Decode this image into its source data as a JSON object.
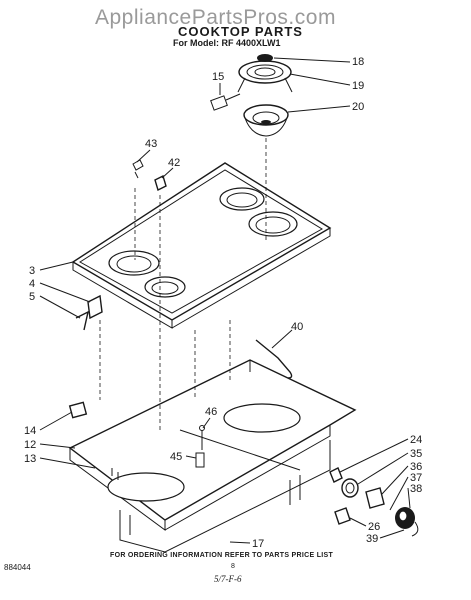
{
  "watermark": "AppliancePartsPros.com",
  "title": "COOKTOP PARTS",
  "subtitle": "For Model: RF 4400XLW1",
  "footer_note": "FOR ORDERING INFORMATION REFER TO PARTS PRICE LIST",
  "diagram_id": "884044",
  "page_number": "8",
  "page_ref": "5/7-F-6",
  "callouts": [
    "18",
    "19",
    "15",
    "20",
    "43",
    "42",
    "3",
    "4",
    "5",
    "40",
    "46",
    "14",
    "12",
    "45",
    "13",
    "24",
    "35",
    "36",
    "37",
    "38",
    "26",
    "17",
    "39"
  ]
}
